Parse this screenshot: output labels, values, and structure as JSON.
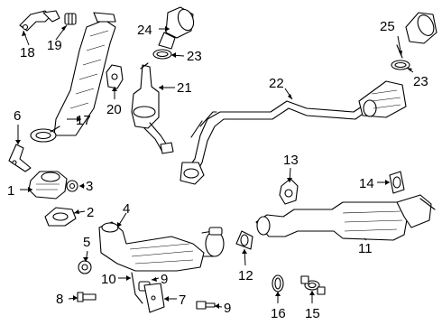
{
  "diagram": {
    "callouts": [
      {
        "id": "18",
        "label": "18"
      },
      {
        "id": "19",
        "label": "19"
      },
      {
        "id": "24",
        "label": "24"
      },
      {
        "id": "23a",
        "label": "23"
      },
      {
        "id": "25",
        "label": "25"
      },
      {
        "id": "23b",
        "label": "23"
      },
      {
        "id": "22",
        "label": "22"
      },
      {
        "id": "21",
        "label": "21"
      },
      {
        "id": "20",
        "label": "20"
      },
      {
        "id": "17",
        "label": "17"
      },
      {
        "id": "6",
        "label": "6"
      },
      {
        "id": "1",
        "label": "1"
      },
      {
        "id": "3",
        "label": "3"
      },
      {
        "id": "2",
        "label": "2"
      },
      {
        "id": "4",
        "label": "4"
      },
      {
        "id": "5",
        "label": "5"
      },
      {
        "id": "10",
        "label": "10"
      },
      {
        "id": "9a",
        "label": "9"
      },
      {
        "id": "8",
        "label": "8"
      },
      {
        "id": "7",
        "label": "7"
      },
      {
        "id": "9b",
        "label": "9"
      },
      {
        "id": "13",
        "label": "13"
      },
      {
        "id": "14",
        "label": "14"
      },
      {
        "id": "11",
        "label": "11"
      },
      {
        "id": "12",
        "label": "12"
      },
      {
        "id": "16",
        "label": "16"
      },
      {
        "id": "15",
        "label": "15"
      }
    ]
  }
}
